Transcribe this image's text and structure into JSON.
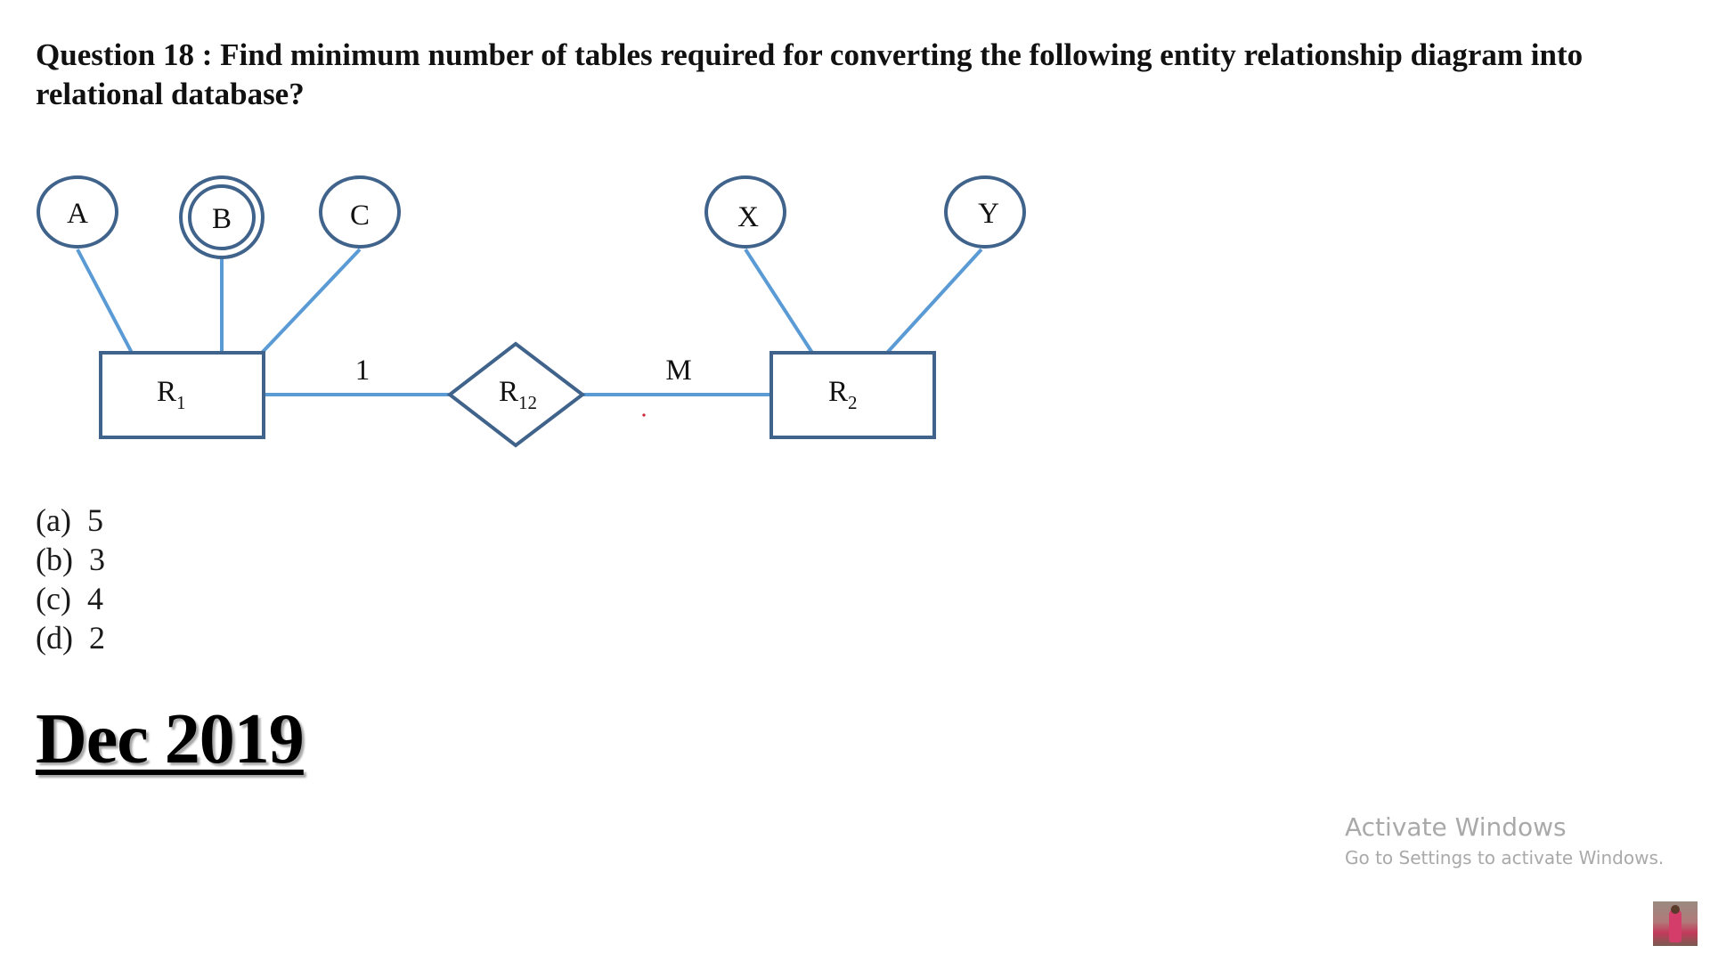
{
  "question": {
    "text": "Question 18 : Find minimum number of tables required for converting the following entity relationship diagram into relational database?"
  },
  "diagram": {
    "attributes_left": [
      "A",
      "B",
      "C"
    ],
    "attributes_right": [
      "X",
      "Y"
    ],
    "multivalued_attribute": "B",
    "entities": [
      {
        "name": "R",
        "subscript": "1"
      },
      {
        "name": "R",
        "subscript": "2"
      }
    ],
    "relationship": {
      "name": "R",
      "subscript": "12"
    },
    "cardinality_left": "1",
    "cardinality_right": "M",
    "colors": {
      "shape_stroke": "#40638c",
      "connector": "#5b9bd5",
      "text": "#111111"
    }
  },
  "options": [
    "(a)  5",
    "(b)  3",
    "(c)  4",
    "(d)  2"
  ],
  "exam_date": "Dec 2019",
  "watermark": {
    "title": "Activate Windows",
    "subtitle": "Go to Settings to activate Windows."
  }
}
